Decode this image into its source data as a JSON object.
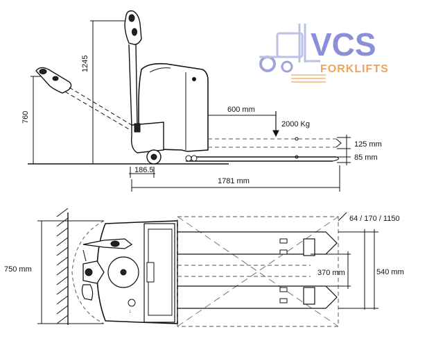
{
  "logo": {
    "brand": "VCS",
    "tagline": "FORKLIFTS",
    "colors": {
      "brand": "#8b8fd6",
      "tagline": "#f2a35a"
    },
    "icon": "forklift-icon"
  },
  "side_view": {
    "handle_height": "1245",
    "handle_low_height": "760",
    "load_center": "600 mm",
    "capacity": "2000 Kg",
    "fork_height_raised": "125 mm",
    "fork_height_lowered": "85 mm",
    "wheel_offset": "186.5",
    "overall_length": "1781 mm"
  },
  "top_view": {
    "fork_lengths": "64 / 170 / 1150",
    "overall_width": "750 mm",
    "fork_gap": "370 mm",
    "fork_span": "540 mm"
  },
  "colors": {
    "line": "#111111",
    "dashed": "#555555"
  }
}
